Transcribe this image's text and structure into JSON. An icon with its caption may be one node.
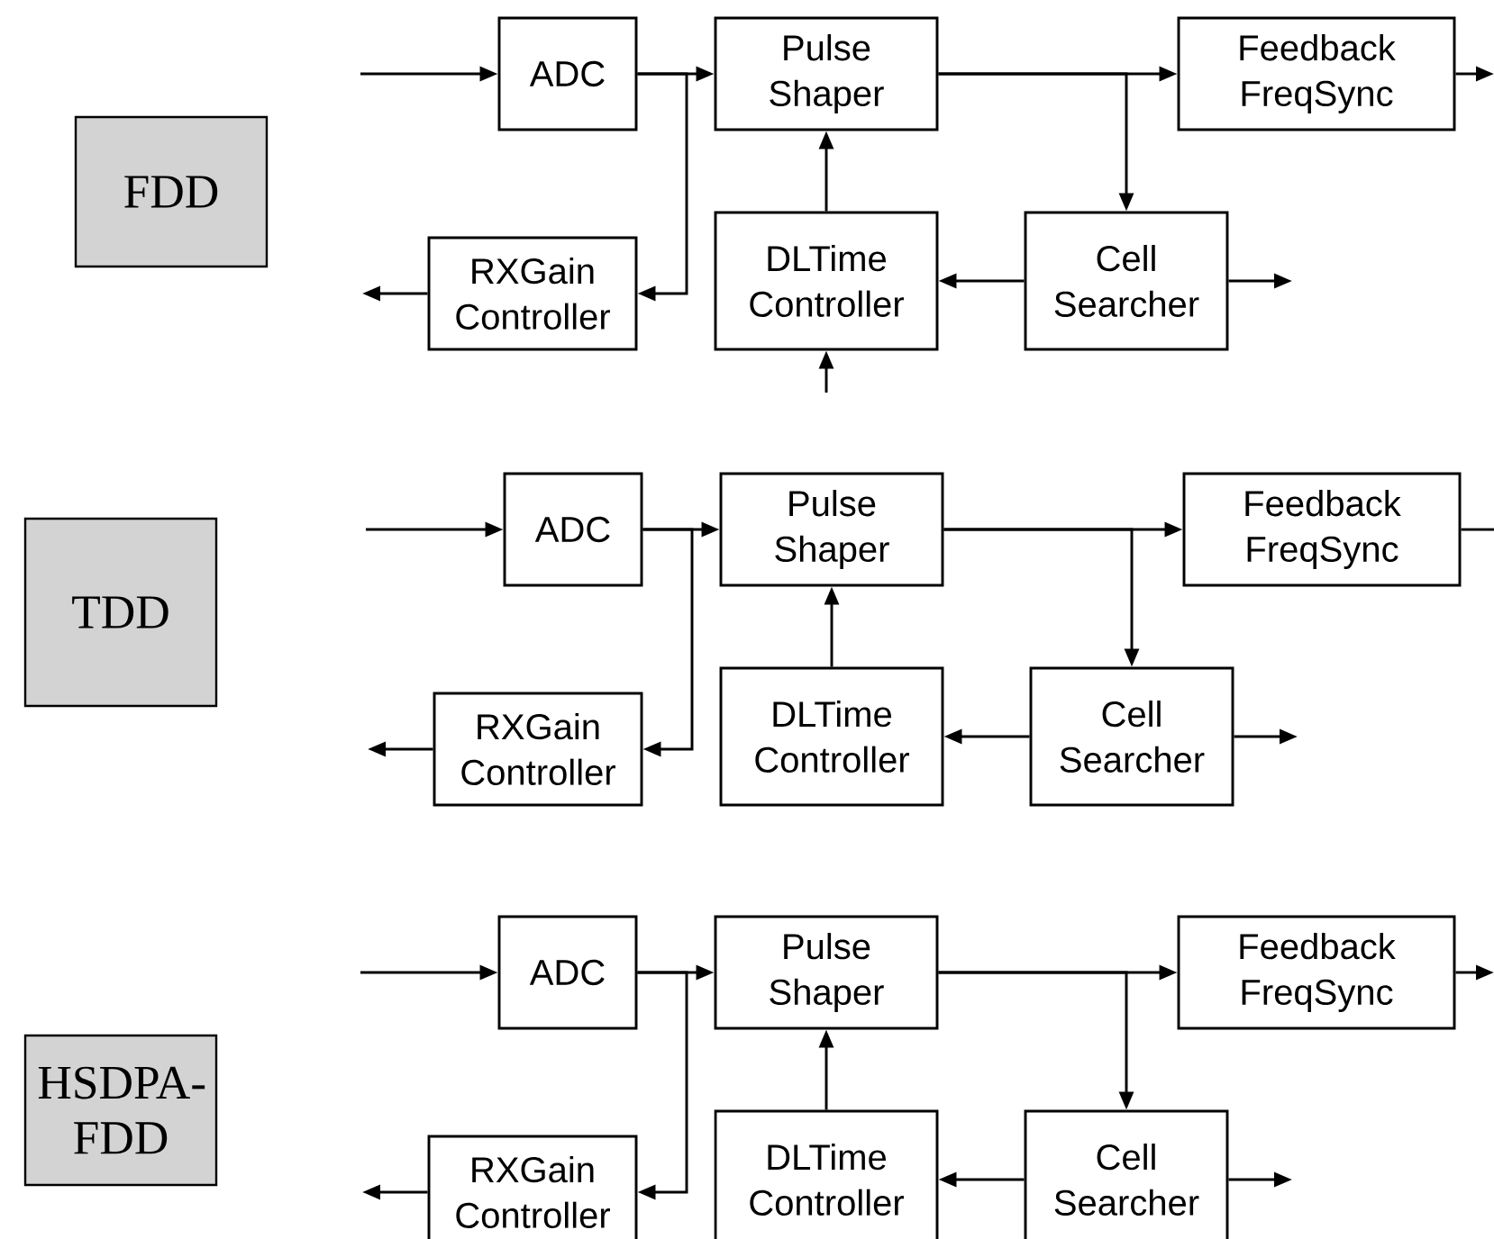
{
  "diagram": {
    "nodes": [
      {
        "text": [
          "FDD"
        ]
      },
      {
        "text": [
          "ADC"
        ]
      },
      {
        "text": [
          "Pulse Shaper"
        ]
      },
      {
        "text": [
          "Feedback FreqSync"
        ]
      },
      {
        "text": [
          "RXGain Controller"
        ]
      },
      {
        "text": [
          "DLTime Controller"
        ]
      },
      {
        "text": [
          "Cell Searcher"
        ]
      },
      {
        "text": [
          "TDD"
        ]
      },
      {
        "text": [
          "ADC"
        ]
      },
      {
        "text": [
          "Pulse Shaper"
        ]
      },
      {
        "text": [
          "Feedback FreqSync"
        ]
      },
      {
        "text": [
          "RXGain Controller"
        ]
      },
      {
        "text": [
          "DLTime Controller"
        ]
      },
      {
        "text": [
          "Cell Searcher"
        ]
      },
      {
        "text": [
          "HSDPA-FDD"
        ]
      },
      {
        "text": [
          "ADC"
        ]
      },
      {
        "text": [
          "Pulse Shaper"
        ]
      },
      {
        "text": [
          "Feedback FreqSync"
        ]
      },
      {
        "text": [
          "RXGain Controller"
        ]
      },
      {
        "text": [
          "DLTime Controller"
        ]
      },
      {
        "text": [
          "Cell Searcher"
        ]
      }
    ],
    "edges": [
      {
        "from": null,
        "to": 1,
        "arrow": "to"
      },
      {
        "from": 1,
        "to": 2,
        "arrow": "to"
      },
      {
        "from": 1,
        "to": 4,
        "arrow": "to"
      },
      {
        "from": 2,
        "to": 3,
        "arrow": "to"
      },
      {
        "from": 2,
        "to": 6,
        "arrow": "to"
      },
      {
        "from": 3,
        "to": null,
        "arrow": "to"
      },
      {
        "from": 5,
        "to": 2,
        "arrow": "to"
      },
      {
        "from": 6,
        "to": 5,
        "arrow": "to"
      },
      {
        "from": 6,
        "to": null,
        "arrow": "to"
      },
      {
        "from": 4,
        "to": null,
        "arrow": "to"
      },
      {
        "from": null,
        "to": 5,
        "arrow": "to"
      },
      {
        "from": null,
        "to": 8,
        "arrow": "to"
      },
      {
        "from": 8,
        "to": 9,
        "arrow": "to"
      },
      {
        "from": 8,
        "to": 11,
        "arrow": "to"
      },
      {
        "from": 9,
        "to": 10,
        "arrow": "to"
      },
      {
        "from": 9,
        "to": 13,
        "arrow": "to"
      },
      {
        "from": 10,
        "to": null,
        "arrow": "none"
      },
      {
        "from": 12,
        "to": 9,
        "arrow": "to"
      },
      {
        "from": 13,
        "to": 12,
        "arrow": "to"
      },
      {
        "from": 13,
        "to": null,
        "arrow": "to"
      },
      {
        "from": 11,
        "to": null,
        "arrow": "to"
      },
      {
        "from": null,
        "to": 15,
        "arrow": "to"
      },
      {
        "from": 15,
        "to": 16,
        "arrow": "to"
      },
      {
        "from": 15,
        "to": 18,
        "arrow": "to"
      },
      {
        "from": 16,
        "to": 17,
        "arrow": "to"
      },
      {
        "from": 16,
        "to": 20,
        "arrow": "to"
      },
      {
        "from": 17,
        "to": null,
        "arrow": "to"
      },
      {
        "from": 19,
        "to": 16,
        "arrow": "to"
      },
      {
        "from": 20,
        "to": 19,
        "arrow": "to"
      },
      {
        "from": 20,
        "to": null,
        "arrow": "to"
      },
      {
        "from": 18,
        "to": null,
        "arrow": "to"
      }
    ]
  }
}
